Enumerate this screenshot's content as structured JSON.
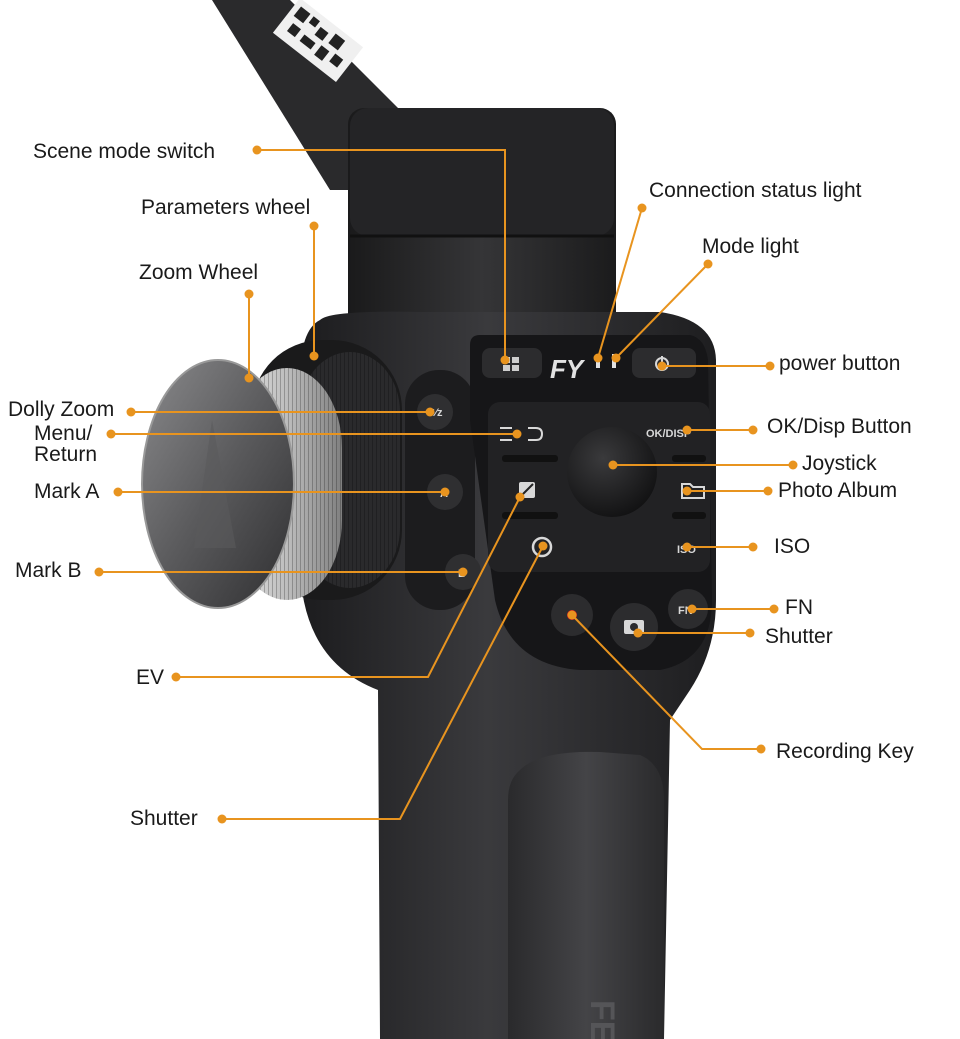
{
  "labels": {
    "scene_mode_switch": "Scene mode switch",
    "connection_status_light": "Connection status light",
    "parameters_wheel": "Parameters wheel",
    "mode_light": "Mode light",
    "zoom_wheel": "Zoom Wheel",
    "power_button": "power button",
    "dolly_zoom": "Dolly Zoom",
    "menu_return_line1": "Menu/",
    "menu_return_line2": "Return",
    "ok_disp_button": "OK/Disp Button",
    "joystick": "Joystick",
    "mark_a": "Mark A",
    "photo_album": "Photo Album",
    "iso": "ISO",
    "mark_b": "Mark B",
    "fn": "FN",
    "shutter_right": "Shutter",
    "ev": "EV",
    "recording_key": "Recording Key",
    "shutter_left": "Shutter"
  },
  "device": {
    "logo": "FY",
    "button_ok": "OK/DISP",
    "button_iso": "ISO",
    "button_fn": "FN",
    "button_a": "A",
    "button_b": "B",
    "button_dolly": "⁵⁄z",
    "handle_text": "FE"
  },
  "colors": {
    "accent": "#e8941f",
    "body": "#2b2b2d",
    "text": "#1a1a1a",
    "record": "#e02020"
  }
}
